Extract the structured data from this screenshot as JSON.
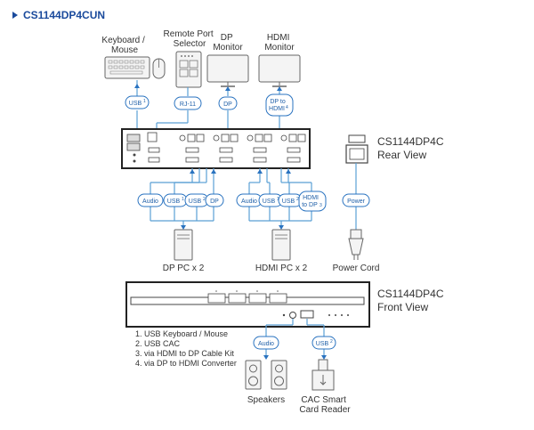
{
  "title": "CS1144DP4CUN",
  "devices": {
    "keyboard_mouse": "Keyboard /\nMouse",
    "remote_port_selector": "Remote Port\nSelector",
    "dp_monitor": "DP\nMonitor",
    "hdmi_monitor": "HDMI\nMonitor"
  },
  "cables_top": {
    "usb1": "USB",
    "usb1_sup": "1",
    "rj11": "RJ-11",
    "dp": "DP",
    "dp_to_hdmi": "DP to\nHDMI",
    "dp_to_hdmi_sup": "4"
  },
  "rear": {
    "model": "CS1144DP4C",
    "view": "Rear View"
  },
  "cables_mid": {
    "audio1": "Audio",
    "usb_a": "USB",
    "usb_a_sup": "1",
    "usb_b": "USB",
    "usb_b_sup": "2",
    "dp": "DP",
    "audio2": "Audio",
    "usb_c": "USB",
    "usb_c_sup": "1",
    "usb_d": "USB",
    "usb_d_sup": "2",
    "hdmi_to_dp": "HDMI\nto DP",
    "hdmi_to_dp_sup": "3",
    "power": "Power"
  },
  "pcs": {
    "dp_pc": "DP PC x 2",
    "hdmi_pc": "HDMI PC x 2",
    "power_cord": "Power Cord"
  },
  "front": {
    "model": "CS1144DP4C",
    "view": "Front View"
  },
  "notes": [
    "1. USB Keyboard / Mouse",
    "2. USB CAC",
    "3. via HDMI to DP Cable Kit",
    "4. via DP to HDMI Converter"
  ],
  "front_cables": {
    "audio": "Audio",
    "usb": "USB",
    "usb_sup": "2"
  },
  "bottom": {
    "speakers": "Speakers",
    "cac_reader": "CAC Smart\nCard Reader"
  },
  "colors": {
    "title": "#1a4a9c",
    "accent": "#2a73c0",
    "cable": "#5a9fd4"
  }
}
